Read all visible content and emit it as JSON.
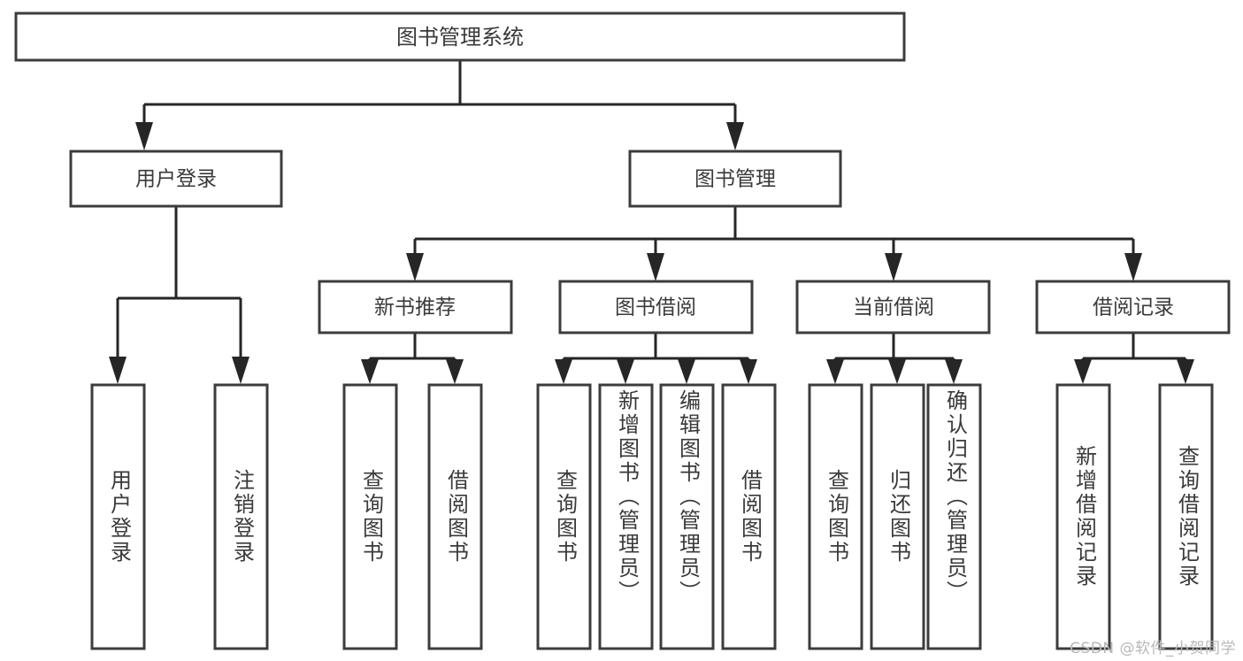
{
  "diagram": {
    "type": "tree",
    "title": "图书管理系统",
    "orientation": "top-down",
    "colors": {
      "box_stroke": "#3c3c3c",
      "box_fill": "#ffffff",
      "connector": "#262626",
      "text": "#3a3a3a",
      "background": "#ffffff",
      "watermark": "#b8b8b8"
    },
    "levels": {
      "root": "图书管理系统",
      "level2": [
        "用户登录",
        "图书管理"
      ],
      "level3": [
        "新书推荐",
        "图书借阅",
        "当前借阅",
        "借阅记录"
      ]
    },
    "nodes": {
      "root": {
        "label": "图书管理系统"
      },
      "user_login": {
        "label": "用户登录"
      },
      "book_manage": {
        "label": "图书管理"
      },
      "new_book_rec": {
        "label": "新书推荐"
      },
      "book_borrow": {
        "label": "图书借阅"
      },
      "current_borrow": {
        "label": "当前借阅"
      },
      "borrow_record": {
        "label": "借阅记录"
      }
    },
    "leaves": {
      "user_login_children": [
        {
          "label": "用户登录"
        },
        {
          "label": "注销登录"
        }
      ],
      "new_book_rec_children": [
        {
          "label": "查询图书"
        },
        {
          "label": "借阅图书"
        }
      ],
      "book_borrow_children": [
        {
          "label": "查询图书"
        },
        {
          "label": "新增图书（管理员）"
        },
        {
          "label": "编辑图书（管理员）"
        },
        {
          "label": "借阅图书"
        }
      ],
      "current_borrow_children": [
        {
          "label": "查询图书"
        },
        {
          "label": "归还图书"
        },
        {
          "label": "确认归还（管理员）"
        }
      ],
      "borrow_record_children": [
        {
          "label": "新增借阅记录"
        },
        {
          "label": "查询借阅记录"
        }
      ]
    },
    "watermark": "CSDN @软件_小贺同学"
  }
}
